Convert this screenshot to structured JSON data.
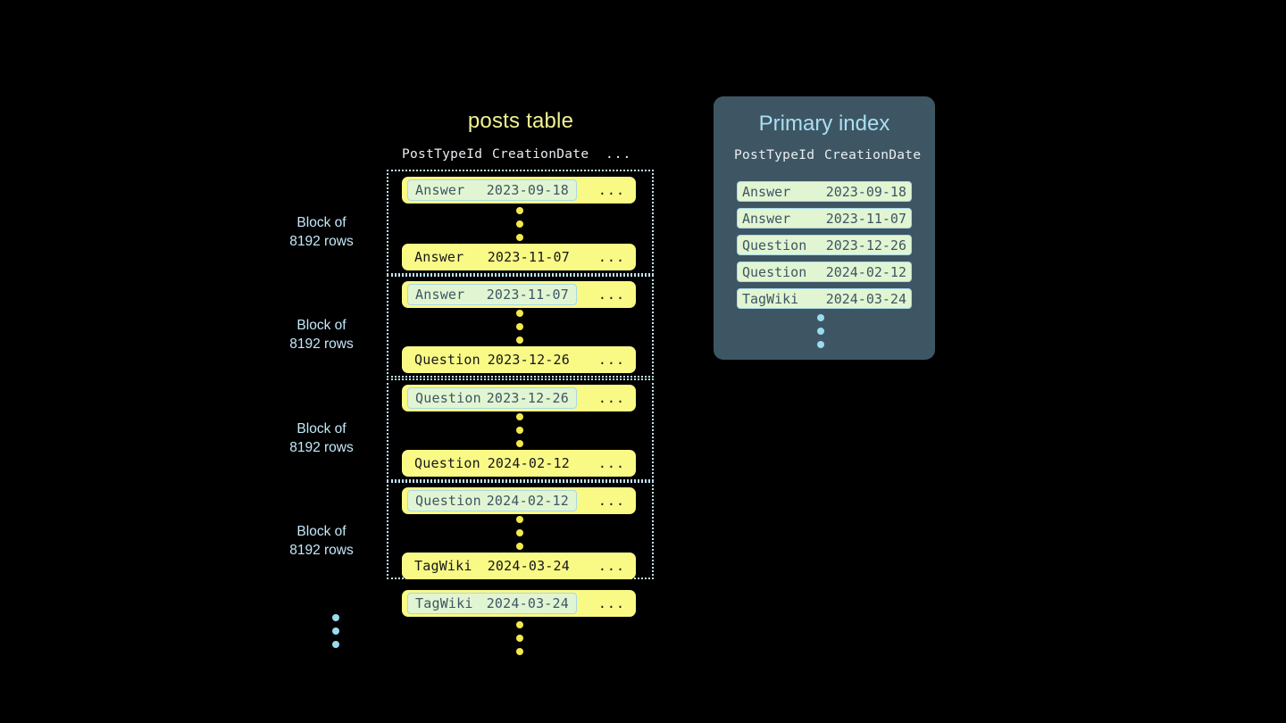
{
  "posts_table": {
    "title": "posts table",
    "columns": [
      "PostTypeId",
      "CreationDate",
      "..."
    ],
    "ellipsis": "...",
    "blocks": [
      {
        "label": "Block of\n8192 rows",
        "first_row": {
          "type": "Answer",
          "date": "2023-09-18",
          "more": "...",
          "highlighted": true
        },
        "last_row": {
          "type": "Answer",
          "date": "2023-11-07",
          "more": "...",
          "highlighted": false
        }
      },
      {
        "label": "Block of\n8192 rows",
        "first_row": {
          "type": "Answer",
          "date": "2023-11-07",
          "more": "...",
          "highlighted": true
        },
        "last_row": {
          "type": "Question",
          "date": "2023-12-26",
          "more": "...",
          "highlighted": false
        }
      },
      {
        "label": "Block of\n8192 rows",
        "first_row": {
          "type": "Question",
          "date": "2023-12-26",
          "more": "...",
          "highlighted": true
        },
        "last_row": {
          "type": "Question",
          "date": "2024-02-12",
          "more": "...",
          "highlighted": false
        }
      },
      {
        "label": "Block of\n8192 rows",
        "first_row": {
          "type": "Question",
          "date": "2024-02-12",
          "more": "...",
          "highlighted": true
        },
        "last_row": {
          "type": "TagWiki",
          "date": "2024-03-24",
          "more": "...",
          "highlighted": false
        }
      }
    ],
    "trailing_row": {
      "type": "TagWiki",
      "date": "2024-03-24",
      "more": "...",
      "highlighted": true
    }
  },
  "primary_index": {
    "title": "Primary index",
    "columns": [
      "PostTypeId",
      "CreationDate"
    ],
    "rows": [
      {
        "type": "Answer",
        "date": "2023-09-18"
      },
      {
        "type": "Answer",
        "date": "2023-11-07"
      },
      {
        "type": "Question",
        "date": "2023-12-26"
      },
      {
        "type": "Question",
        "date": "2024-02-12"
      },
      {
        "type": "TagWiki",
        "date": "2024-03-24"
      }
    ]
  },
  "colors": {
    "background": "#000000",
    "row_yellow": "#f9f986",
    "row_highlight_fill": "#e2f5d2",
    "row_highlight_border": "#a9d8e8",
    "panel_slate": "#3e5663",
    "title_yellow": "#f2f291",
    "title_blue": "#aadff3",
    "dot_yellow": "#f2e94e",
    "dot_blue": "#9adbf0"
  }
}
